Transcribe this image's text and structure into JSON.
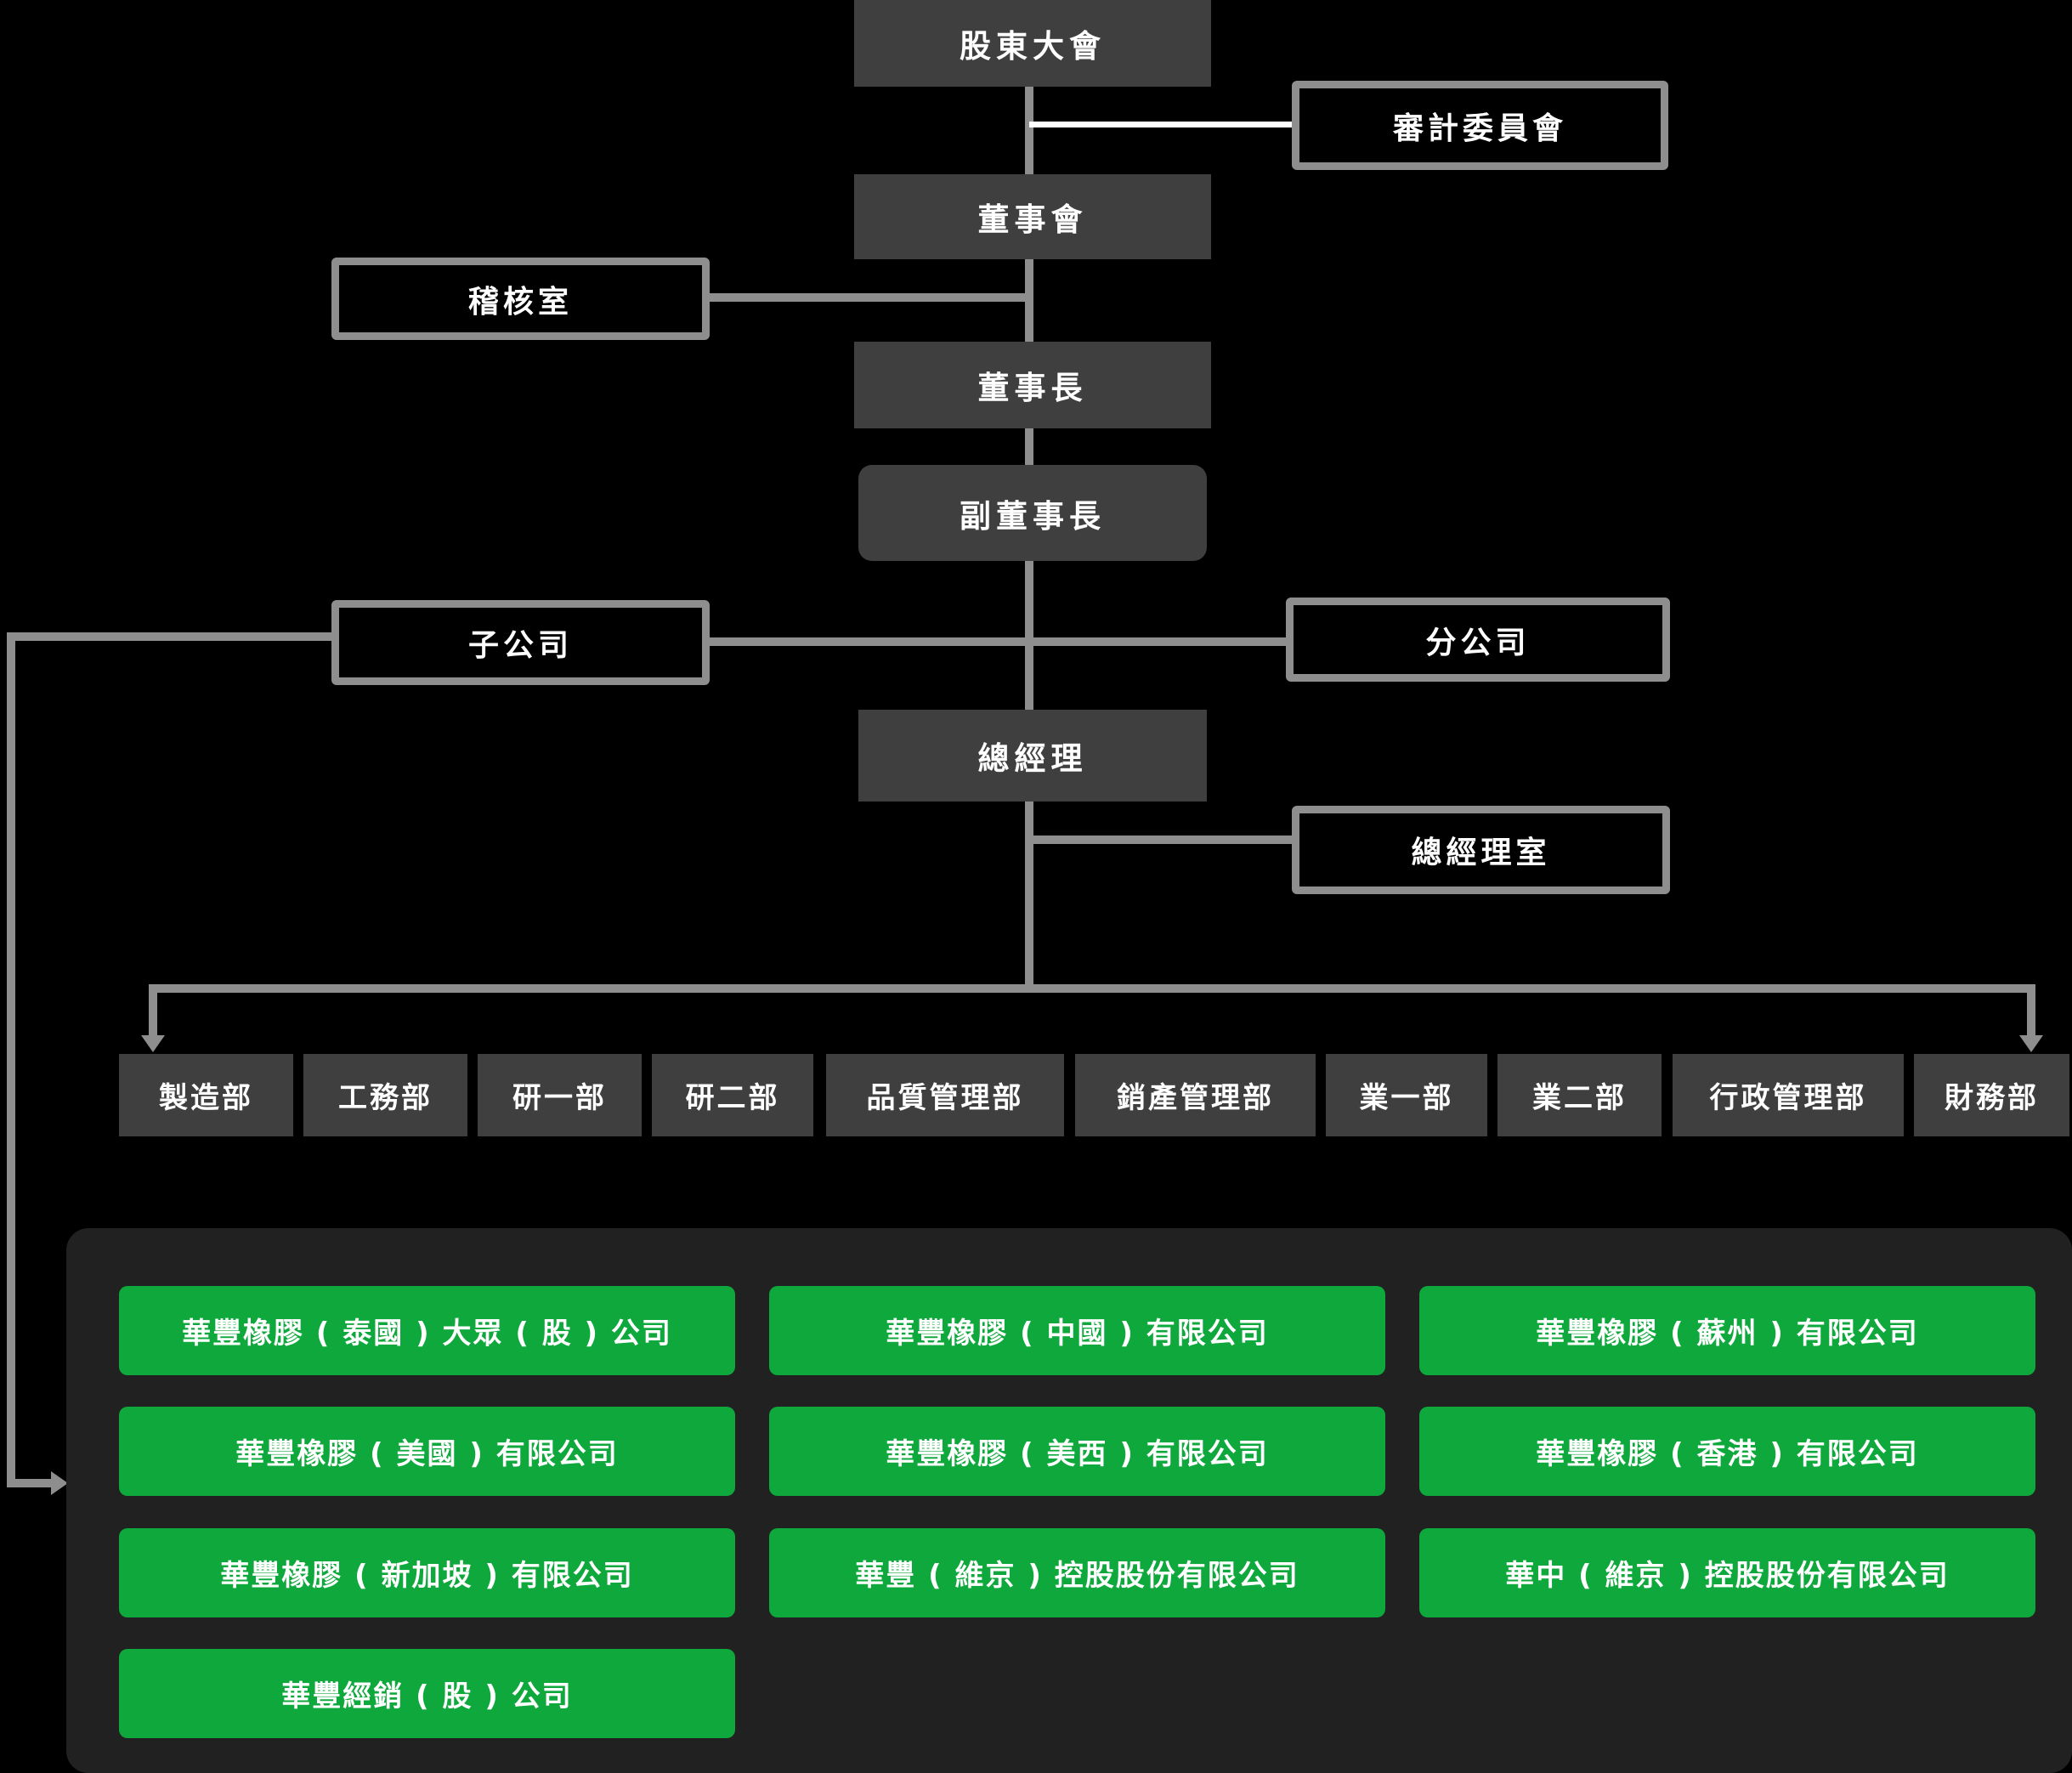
{
  "org": {
    "shareholders": "股東大會",
    "board": "董事會",
    "chairman": "董事長",
    "vice_chairman": "副董事長",
    "general_manager": "總經理",
    "audit_committee": "審計委員會",
    "audit_office": "稽核室",
    "subsidiaries_label": "子公司",
    "branches_label": "分公司",
    "gm_office": "總經理室"
  },
  "departments": [
    {
      "label": "製造部"
    },
    {
      "label": "工務部"
    },
    {
      "label": "研一部"
    },
    {
      "label": "研二部"
    },
    {
      "label": "品質管理部"
    },
    {
      "label": "銷產管理部"
    },
    {
      "label": "業一部"
    },
    {
      "label": "業二部"
    },
    {
      "label": "行政管理部"
    },
    {
      "label": "財務部"
    }
  ],
  "subsidiaries": [
    {
      "label": "華豐橡膠 ( 泰國 ) 大眾 ( 股 ) 公司"
    },
    {
      "label": "華豐橡膠 ( 中國 ) 有限公司"
    },
    {
      "label": "華豐橡膠 ( 蘇州 ) 有限公司"
    },
    {
      "label": "華豐橡膠 ( 美國 ) 有限公司"
    },
    {
      "label": "華豐橡膠 ( 美西 ) 有限公司"
    },
    {
      "label": "華豐橡膠 ( 香港 ) 有限公司"
    },
    {
      "label": "華豐橡膠 ( 新加坡 ) 有限公司"
    },
    {
      "label": "華豐 ( 維京 ) 控股股份有限公司"
    },
    {
      "label": "華中 ( 維京 ) 控股股份有限公司"
    },
    {
      "label": "華豐經銷 ( 股 ) 公司"
    }
  ],
  "colors": {
    "background": "#000000",
    "node_fill": "#3F3F3F",
    "outline_gray": "#8E8E8E",
    "connector_gray": "#8E8E8E",
    "connector_white": "#FFFFFF",
    "subsidiary_green": "#0FA83C",
    "panel_dark": "#212121",
    "text": "#FFFFFF"
  }
}
